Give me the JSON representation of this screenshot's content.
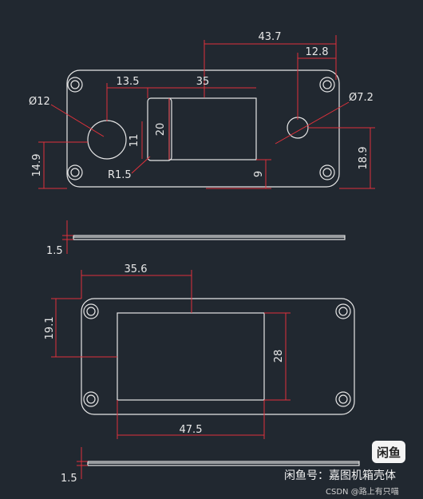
{
  "dimensions": {
    "d43_7": "43.7",
    "d12_8": "12.8",
    "d13_5": "13.5",
    "d35": "35",
    "dia12": "Ø12",
    "dia7_2": "Ø7.2",
    "d20": "20",
    "d11": "11",
    "d14_9": "14.9",
    "r1_5": "R1.5",
    "d9": "9",
    "d18_9": "18.9",
    "d1_5_top": "1.5",
    "d35_6": "35.6",
    "d19_1": "19.1",
    "d28": "28",
    "d47_5": "47.5",
    "d1_5_bottom": "1.5"
  },
  "watermark": {
    "badge": "闲鱼",
    "line": "闲鱼号：嘉图机箱壳体",
    "csdn": "CSDN @路上有只喵"
  },
  "colors": {
    "background": "#212830",
    "outline": "#e6e6e6",
    "dimension": "#e0313b"
  }
}
